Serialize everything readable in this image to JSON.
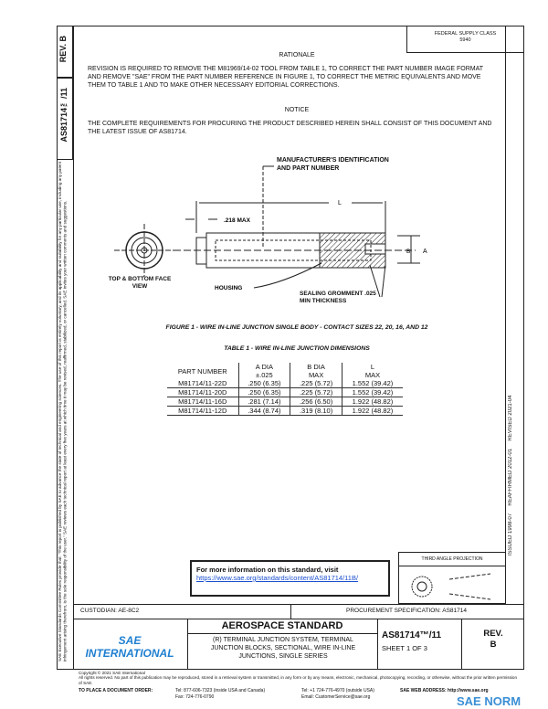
{
  "side": {
    "rev_label": "REV.",
    "rev_value": "B",
    "doc_number": "AS81714™/11",
    "disclaimer": "SAE Executive Standards Committee Rules provide that: \"This report is published by SAE to advance the state of technical and engineering sciences. The use of this report is entirely voluntary, and its applicability and suitability for any particular use, including any patent infringement arising therefrom, is the sole responsibility of the user.\"  SAE reviews each technical report at least every five years at which time it may be revised, reaffirmed, stabilized, or cancelled. SAE invites your written comments and suggestions."
  },
  "fsc": {
    "line1": "FEDERAL SUPPLY CLASS",
    "line2": "5940"
  },
  "rationale": {
    "heading": "RATIONALE",
    "text": "REVISION IS REQUIRED TO REMOVE THE M81969/14-02 TOOL FROM TABLE 1, TO CORRECT THE PART NUMBER IMAGE FORMAT AND REMOVE \"SAE\" FROM THE PART NUMBER REFERENCE IN FIGURE 1, TO CORRECT THE METRIC EQUIVALENTS AND MOVE THEM TO TABLE 1 AND TO MAKE OTHER NECESSARY EDITORIAL CORRECTIONS."
  },
  "notice": {
    "heading": "NOTICE",
    "text": "THE COMPLETE REQUIREMENTS FOR PROCURING THE PRODUCT DESCRIBED HEREIN SHALL CONSIST OF THIS DOCUMENT AND THE LATEST ISSUE OF AS81714."
  },
  "figure": {
    "mfr_label": "MANUFACTURER'S IDENTIFICATION AND PART NUMBER",
    "l_label": "L",
    "max_label": ".218 MAX",
    "a_label": "A",
    "b_label": "B",
    "face_view": "TOP & BOTTOM FACE VIEW",
    "housing": "HOUSING",
    "grommet": "SEALING GROMMENT .025 MIN THICKNESS",
    "caption": "FIGURE 1 - WIRE IN-LINE JUNCTION SINGLE BODY - CONTACT SIZES 22, 20, 16, AND 12"
  },
  "table": {
    "caption": "TABLE 1 - WIRE IN-LINE JUNCTION DIMENSIONS",
    "headers": [
      [
        "PART NUMBER",
        ""
      ],
      [
        "A DIA",
        "±.025"
      ],
      [
        "B DIA",
        "MAX"
      ],
      [
        "L",
        "MAX"
      ]
    ],
    "rows": [
      [
        "M81714/11-22D",
        ".250 (6.35)",
        ".225 (5.72)",
        "1.552 (39.42)"
      ],
      [
        "M81714/11-20D",
        ".250 (6.35)",
        ".225 (5.72)",
        "1.552 (39.42)"
      ],
      [
        "M81714/11-16D",
        ".281 (7.14)",
        ".256 (6.50)",
        "1.922 (48.82)"
      ],
      [
        "M81714/11-12D",
        ".344 (8.74)",
        ".319 (8.10)",
        "1.922 (48.82)"
      ]
    ]
  },
  "history": "ISSUED 1998-07     REAFFIRMED 2012-01     REVISED 2021-04",
  "info": {
    "text": "For more information on this standard, visit",
    "url": "https://www.sae.org/standards/content/AS81714/11B/"
  },
  "projection": "THIRD ANGLE PROJECTION",
  "title_block": {
    "custodian": "CUSTODIAN: AE-8C2",
    "procurement": "PROCUREMENT SPECIFICATION: AS81714",
    "logo": "SAE INTERNATIONAL",
    "standard": "AEROSPACE STANDARD",
    "title": "(R) TERMINAL JUNCTION SYSTEM, TERMINAL JUNCTION BLOCKS, SECTIONAL, WIRE IN-LINE JUNCTIONS, SINGLE SERIES",
    "doc_number": "AS81714™/11",
    "sheet": "SHEET 1 OF 3",
    "rev_label": "REV.",
    "rev_value": "B"
  },
  "footer": {
    "copyright": "Copyright © 2021 SAE International",
    "rights": "All rights reserved. No part of this publication may be reproduced, stored in a retrieval system or transmitted, in any form or by any means, electronic, mechanical, photocopying, recording, or otherwise, without the prior written permission of SAE.",
    "order": "TO PLACE A DOCUMENT ORDER:",
    "tel": "Tel: 877-606-7323 (inside USA and Canada)",
    "fax": "Fax: 724-776-0790",
    "tel2": "Tel: +1 724-776-4970 (outside USA)",
    "email": "Email: CustomerService@sae.org",
    "web": "SAE WEB ADDRESS: http://www.sae.org"
  },
  "watermark": "SAE NORM"
}
